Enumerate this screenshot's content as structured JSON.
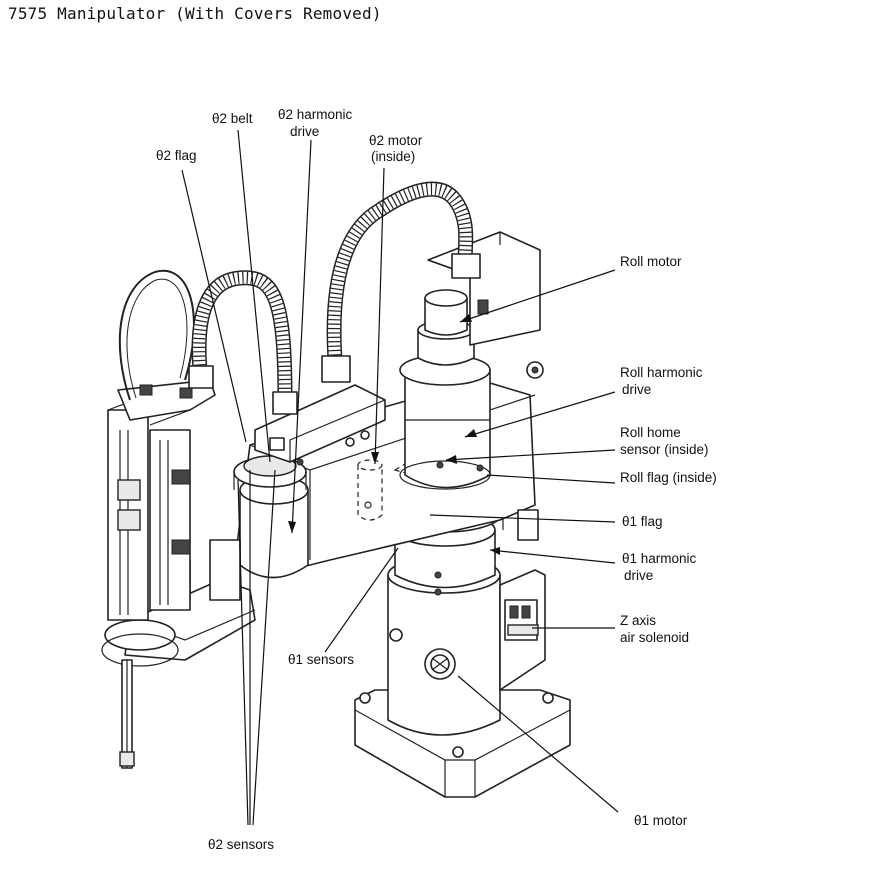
{
  "title": "7575 Manipulator (With Covers Removed)",
  "labels": {
    "theta2_belt": "θ2 belt",
    "theta2_harmonic_l1": "θ2 harmonic",
    "theta2_harmonic_l2": "drive",
    "theta2_motor_l1": "θ2 motor",
    "theta2_motor_l2": "(inside)",
    "theta2_flag": "θ2 flag",
    "roll_motor": "Roll motor",
    "roll_harmonic_l1": "Roll harmonic",
    "roll_harmonic_l2": "drive",
    "roll_home_l1": "Roll home",
    "roll_home_l2": "sensor (inside)",
    "roll_flag": "Roll flag (inside)",
    "theta1_flag": "θ1 flag",
    "theta1_harmonic_l1": "θ1 harmonic",
    "theta1_harmonic_l2": "drive",
    "z_axis_l1": "Z axis",
    "z_axis_l2": "air solenoid",
    "theta1_sensors": "θ1 sensors",
    "theta1_motor": "θ1 motor",
    "theta2_sensors": "θ2 sensors"
  }
}
